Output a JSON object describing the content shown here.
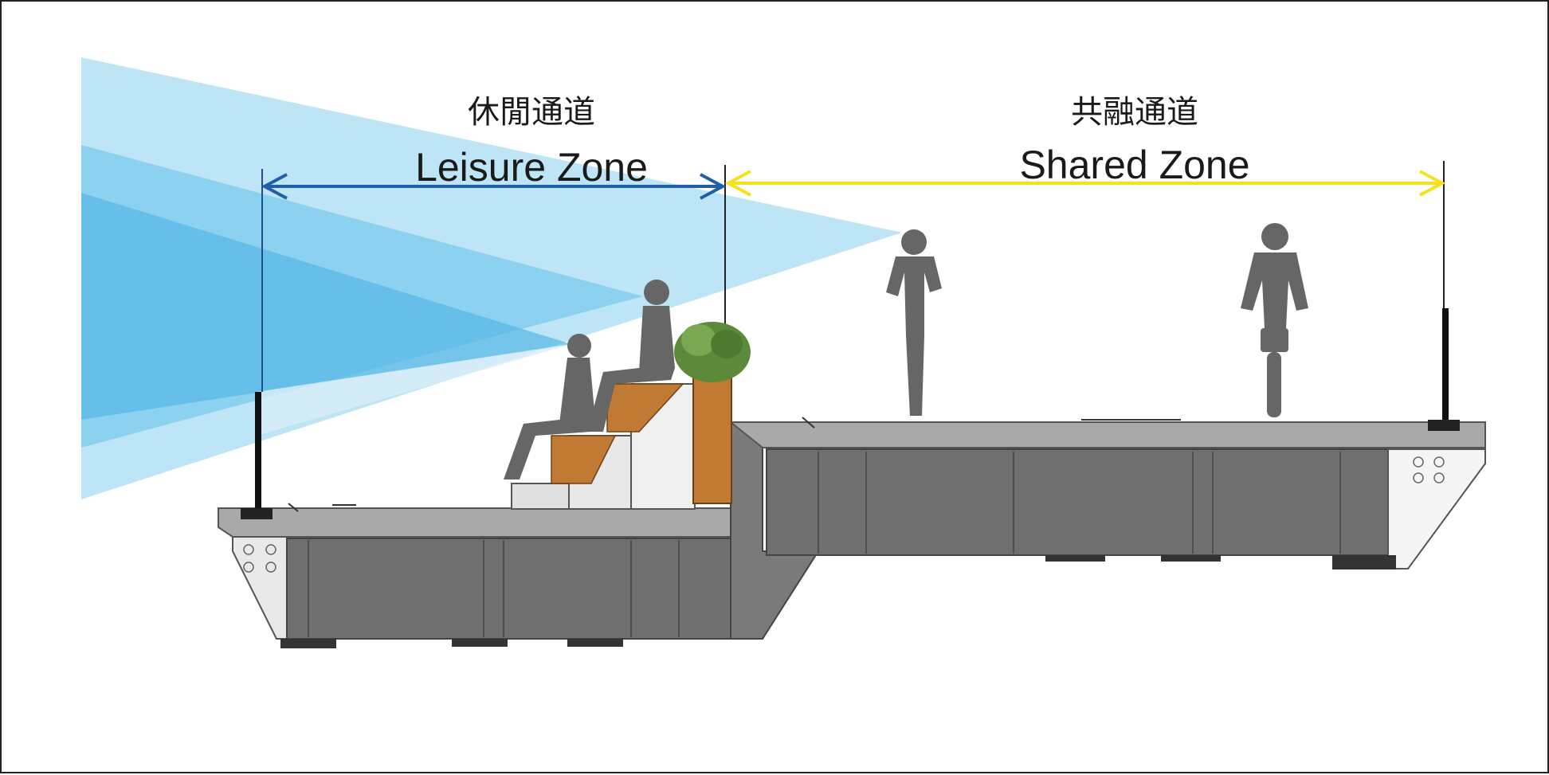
{
  "zones": {
    "leisure": {
      "label_zh": "休閒通道",
      "label_en": "Leisure Zone",
      "arrow_color": "#1f5fa8"
    },
    "shared": {
      "label_zh": "共融通道",
      "label_en": "Shared Zone",
      "arrow_color": "#f5e21c"
    }
  },
  "colors": {
    "view_cone": "#5bbde8",
    "deck": "#9a9a9a",
    "girder": "#6f6f6f",
    "silhouette": "#666666",
    "planter": "#c07a33",
    "plant": "#5c8a3a"
  },
  "icons": [
    "view-cone",
    "seated-person-icon",
    "runner-icon",
    "cyclist-icon",
    "planter-icon",
    "railing-icon"
  ]
}
